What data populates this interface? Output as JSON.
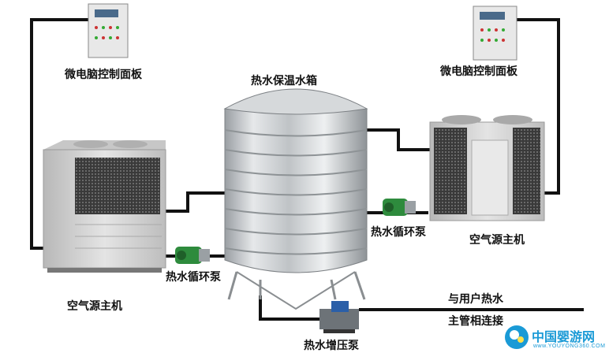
{
  "labels": {
    "control_panel_left": "微电脑控制面板",
    "control_panel_right": "微电脑控制面板",
    "tank": "热水保温水箱",
    "heat_pump_left": "空气源主机",
    "heat_pump_right": "空气源主机",
    "circ_pump_left": "热水循环泵",
    "circ_pump_right": "热水循环泵",
    "booster_pump": "热水增压泵",
    "user_line_1": "与用户热水",
    "user_line_2": "主管相连接"
  },
  "watermark": {
    "name": "中国婴游网",
    "url": "www.YOUYONG360.COM"
  },
  "colors": {
    "pipe": "#111111",
    "tank_steel": "#c9cccf",
    "unit_body": "#d8d8d8",
    "pump_green": "#2e8b3d",
    "panel": "#e8e8e8",
    "logo_blue": "#1a9ad6"
  }
}
